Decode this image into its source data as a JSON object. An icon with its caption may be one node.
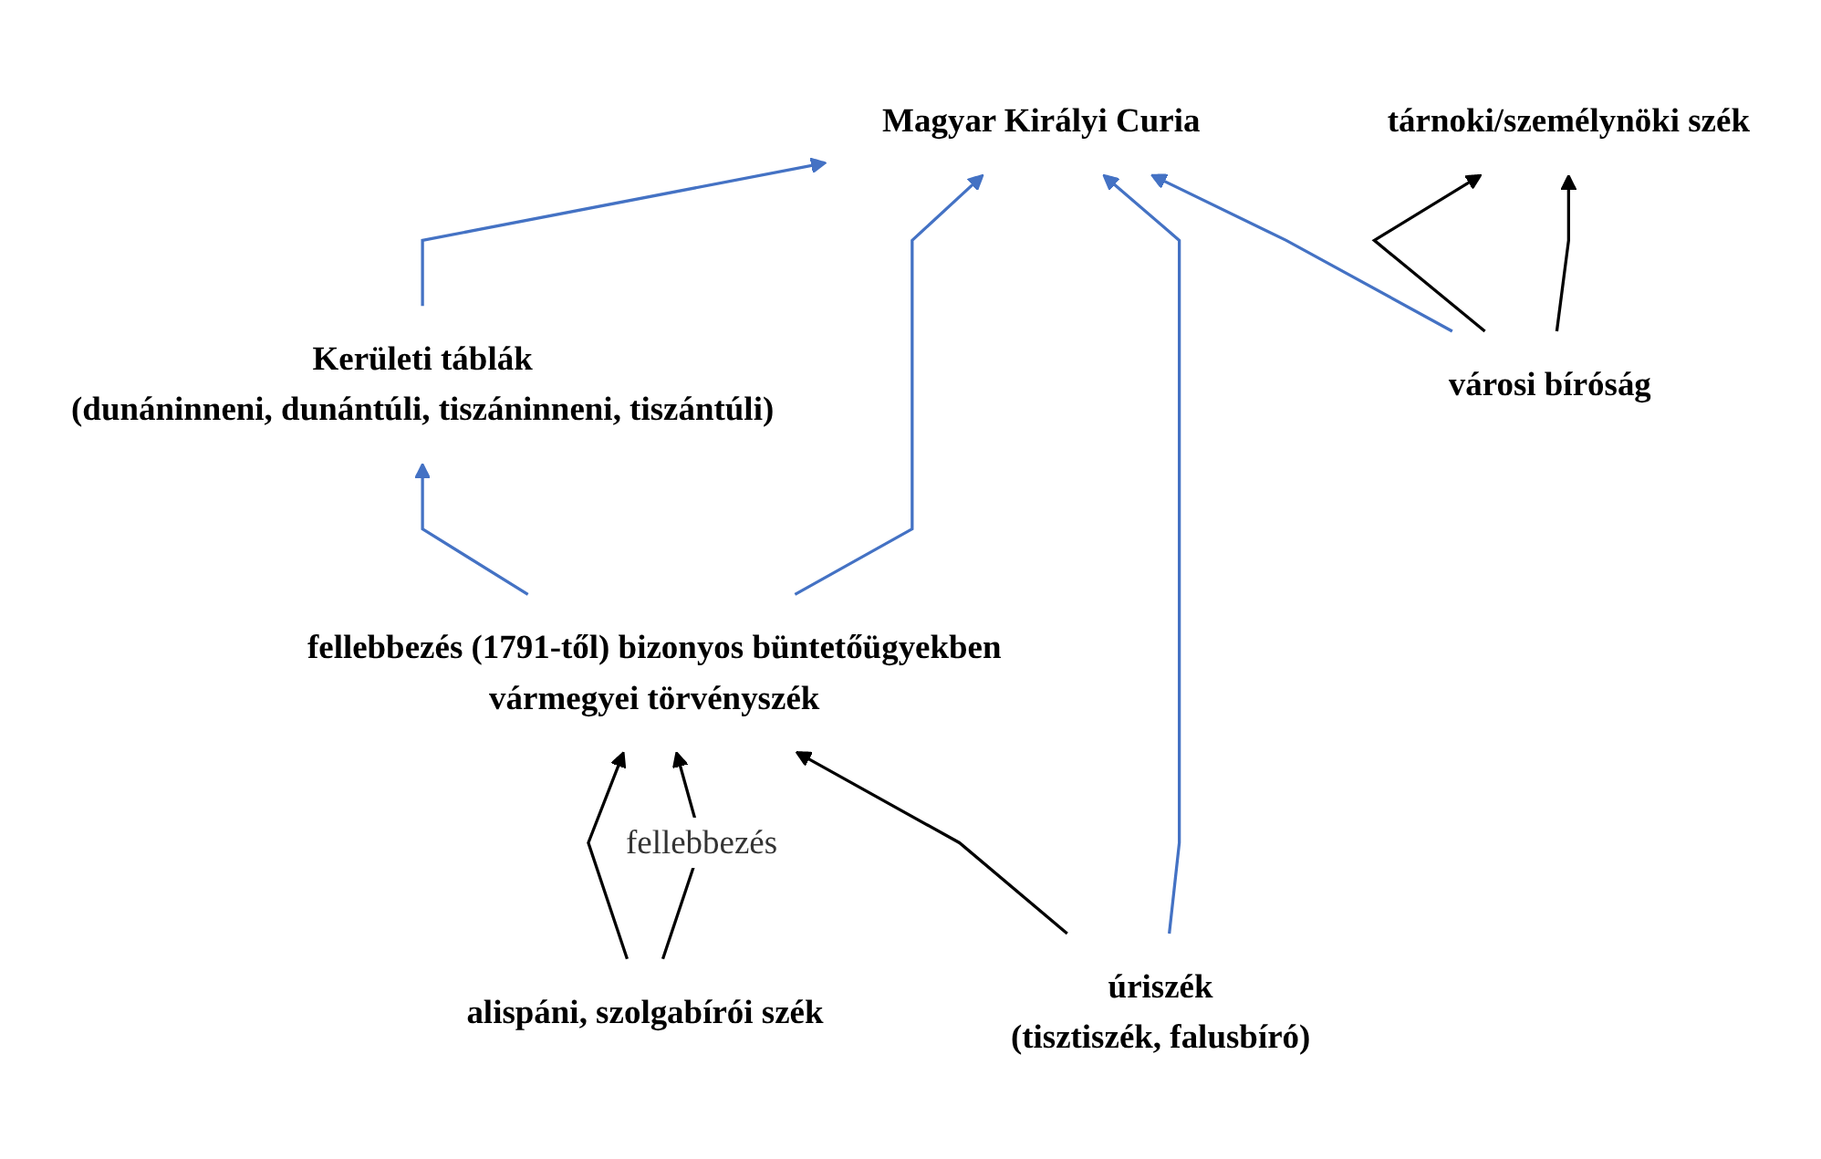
{
  "diagram": {
    "nodes": [
      {
        "text": [
          "Magyar Királyi Curia"
        ]
      },
      {
        "text": [
          "Kerületi táblák",
          "(dunáninneni, dunántúli, tiszáninneni, tiszántúli)"
        ]
      },
      {
        "text": [
          "fellebbezés (1791-től) bizonyos büntetőügyekben",
          "vármegyei törvényszék"
        ]
      },
      {
        "text": [
          "tárnoki/személynöki szék"
        ]
      },
      {
        "text": [
          "városi bíróság"
        ]
      },
      {
        "text": [
          "alispáni, szolgabírói szék"
        ]
      },
      {
        "text": [
          "úriszék",
          "(tisztiszék, falusbíró)"
        ]
      }
    ],
    "edges": [
      {
        "from": 1,
        "to": 0,
        "arrow": "to",
        "color": "#4472c4"
      },
      {
        "from": 2,
        "to": 0,
        "arrow": "to",
        "color": "#4472c4"
      },
      {
        "from": 6,
        "to": 0,
        "arrow": "to",
        "color": "#4472c4"
      },
      {
        "from": 4,
        "to": 0,
        "arrow": "to",
        "color": "#4472c4"
      },
      {
        "from": 2,
        "to": 1,
        "arrow": "to",
        "color": "#4472c4"
      },
      {
        "from": 4,
        "to": 3,
        "arrow": "to",
        "color": "#000000"
      },
      {
        "from": 4,
        "to": 3,
        "arrow": "to",
        "color": "#000000"
      },
      {
        "from": 5,
        "to": 2,
        "arrow": "to",
        "color": "#000000"
      },
      {
        "from": 5,
        "to": 2,
        "arrow": "to",
        "label": "fellebbezés",
        "color": "#000000"
      },
      {
        "from": 6,
        "to": 2,
        "arrow": "to",
        "color": "#000000"
      }
    ]
  }
}
